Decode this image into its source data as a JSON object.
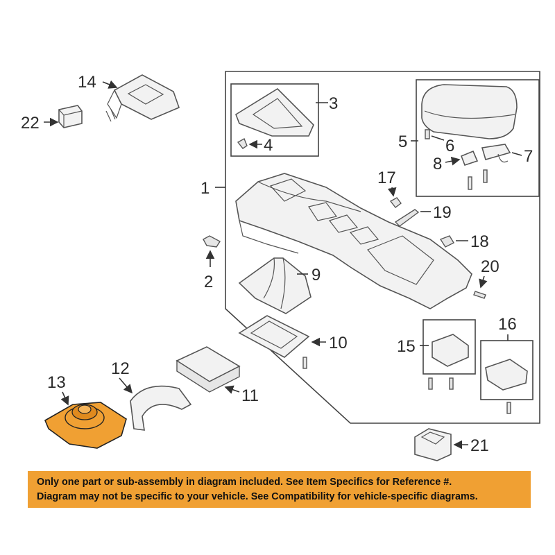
{
  "callouts": {
    "c1": "1",
    "c2": "2",
    "c3": "3",
    "c4": "4",
    "c5": "5",
    "c6": "6",
    "c7": "7",
    "c8": "8",
    "c9": "9",
    "c10": "10",
    "c11": "11",
    "c12": "12",
    "c13": "13",
    "c14": "14",
    "c15": "15",
    "c16": "16",
    "c17": "17",
    "c18": "18",
    "c19": "19",
    "c20": "20",
    "c21": "21",
    "c22": "22"
  },
  "colors": {
    "highlight": "#f0a033",
    "line": "#444444"
  },
  "banner": {
    "line1": "Only one part or sub-assembly in diagram included. See Item Specifics for Reference #.",
    "line2": "Diagram may not be specific to your vehicle. See Compatibility for vehicle-specific diagrams."
  }
}
